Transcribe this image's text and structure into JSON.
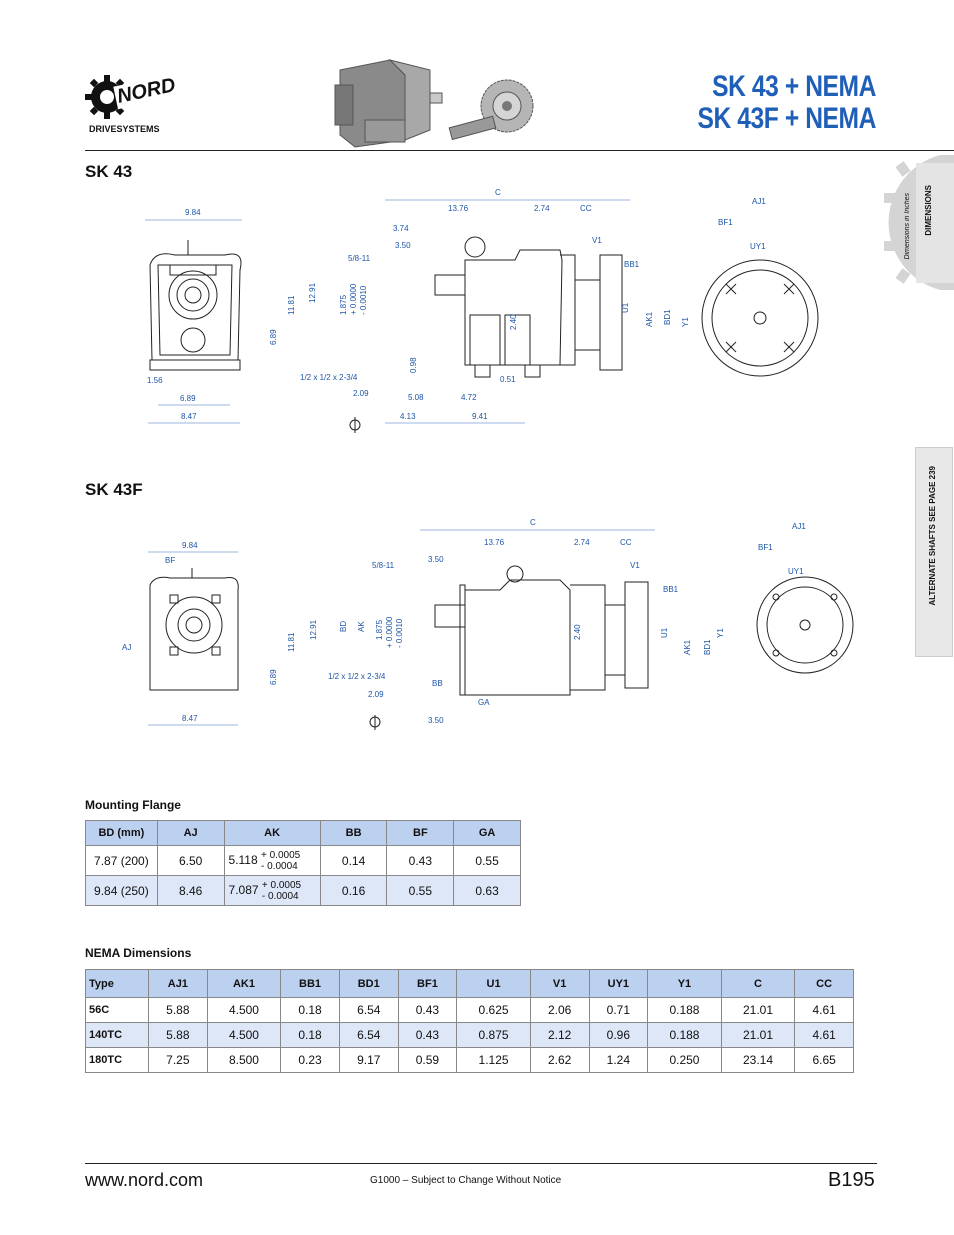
{
  "header": {
    "brand": "NORD",
    "brand_sub": "DRIVESYSTEMS",
    "title_line1": "SK 43 + NEMA",
    "title_line2": "SK 43F + NEMA"
  },
  "side": {
    "gear_text": "DIMENSIONS",
    "gear_sub": "Dimensions in Inches",
    "alt_shafts": "ALTERNATE SHAFTS SEE PAGE 239"
  },
  "sections": {
    "sk43": "SK 43",
    "sk43f": "SK 43F"
  },
  "sk43_dims": {
    "d984": "9.84",
    "c": "C",
    "d1376": "13.76",
    "d274": "2.74",
    "cc": "CC",
    "aj1": "AJ1",
    "bf1": "BF1",
    "d374": "3.74",
    "d350": "3.50",
    "v1": "V1",
    "uy1": "UY1",
    "d58": "5/8-11",
    "bb1": "BB1",
    "d1875": "1.875",
    "tolp": "+ 0.0000",
    "tolm": "- 0.0010",
    "d689": "6.89",
    "d1181": "11.81",
    "d1291": "12.91",
    "d240": "2.40",
    "u1": "U1",
    "ak1": "AK1",
    "bd1": "BD1",
    "y1": "Y1",
    "d156": "1.56",
    "key": "1/2 x 1/2 x 2-3/4",
    "d098": "0.98",
    "d051": "0.51",
    "d689b": "6.89",
    "d209": "2.09",
    "d508": "5.08",
    "d472": "4.72",
    "d847": "8.47",
    "d413": "4.13",
    "d941": "9.41"
  },
  "sk43f_dims": {
    "d984": "9.84",
    "bf": "BF",
    "c": "C",
    "d1376": "13.76",
    "d274": "2.74",
    "cc": "CC",
    "aj1": "AJ1",
    "bf1": "BF1",
    "d58": "5/8-11",
    "d350": "3.50",
    "v1": "V1",
    "uy1": "UY1",
    "bb1": "BB1",
    "aj": "AJ",
    "bd": "BD",
    "ak": "AK",
    "d1875": "1.875",
    "tolp": "+ 0.0000",
    "tolm": "- 0.0010",
    "d689": "6.89",
    "d1181": "11.81",
    "d1291": "12.91",
    "d240": "2.40",
    "u1": "U1",
    "ak1": "AK1",
    "bd1": "BD1",
    "y1": "Y1",
    "key": "1/2 x 1/2 x 2-3/4",
    "bb": "BB",
    "d209": "2.09",
    "ga": "GA",
    "d847": "8.47",
    "d350b": "3.50"
  },
  "mounting": {
    "caption": "Mounting Flange",
    "headers": [
      "BD (mm)",
      "AJ",
      "AK",
      "BB",
      "BF",
      "GA"
    ],
    "rows": [
      {
        "bd": "7.87 (200)",
        "aj": "6.50",
        "ak": "5.118",
        "ak_plus": "+ 0.0005",
        "ak_minus": "- 0.0004",
        "bb": "0.14",
        "bf": "0.43",
        "ga": "0.55"
      },
      {
        "bd": "9.84 (250)",
        "aj": "8.46",
        "ak": "7.087",
        "ak_plus": "+ 0.0005",
        "ak_minus": "- 0.0004",
        "bb": "0.16",
        "bf": "0.55",
        "ga": "0.63"
      }
    ]
  },
  "nema": {
    "caption": "NEMA Dimensions",
    "headers": [
      "Type",
      "AJ1",
      "AK1",
      "BB1",
      "BD1",
      "BF1",
      "U1",
      "V1",
      "UY1",
      "Y1",
      "C",
      "CC"
    ],
    "rows": [
      [
        "56C",
        "5.88",
        "4.500",
        "0.18",
        "6.54",
        "0.43",
        "0.625",
        "2.06",
        "0.71",
        "0.188",
        "21.01",
        "4.61"
      ],
      [
        "140TC",
        "5.88",
        "4.500",
        "0.18",
        "6.54",
        "0.43",
        "0.875",
        "2.12",
        "0.96",
        "0.188",
        "21.01",
        "4.61"
      ],
      [
        "180TC",
        "7.25",
        "8.500",
        "0.23",
        "9.17",
        "0.59",
        "1.125",
        "2.62",
        "1.24",
        "0.250",
        "23.14",
        "6.65"
      ]
    ]
  },
  "footer": {
    "url": "www.nord.com",
    "notice": "G1000 – Subject to Change Without Notice",
    "page": "B195"
  },
  "colors": {
    "accent": "#1f5fb8",
    "table_header": "#bcd0ef",
    "table_alt": "#dde7f7"
  }
}
